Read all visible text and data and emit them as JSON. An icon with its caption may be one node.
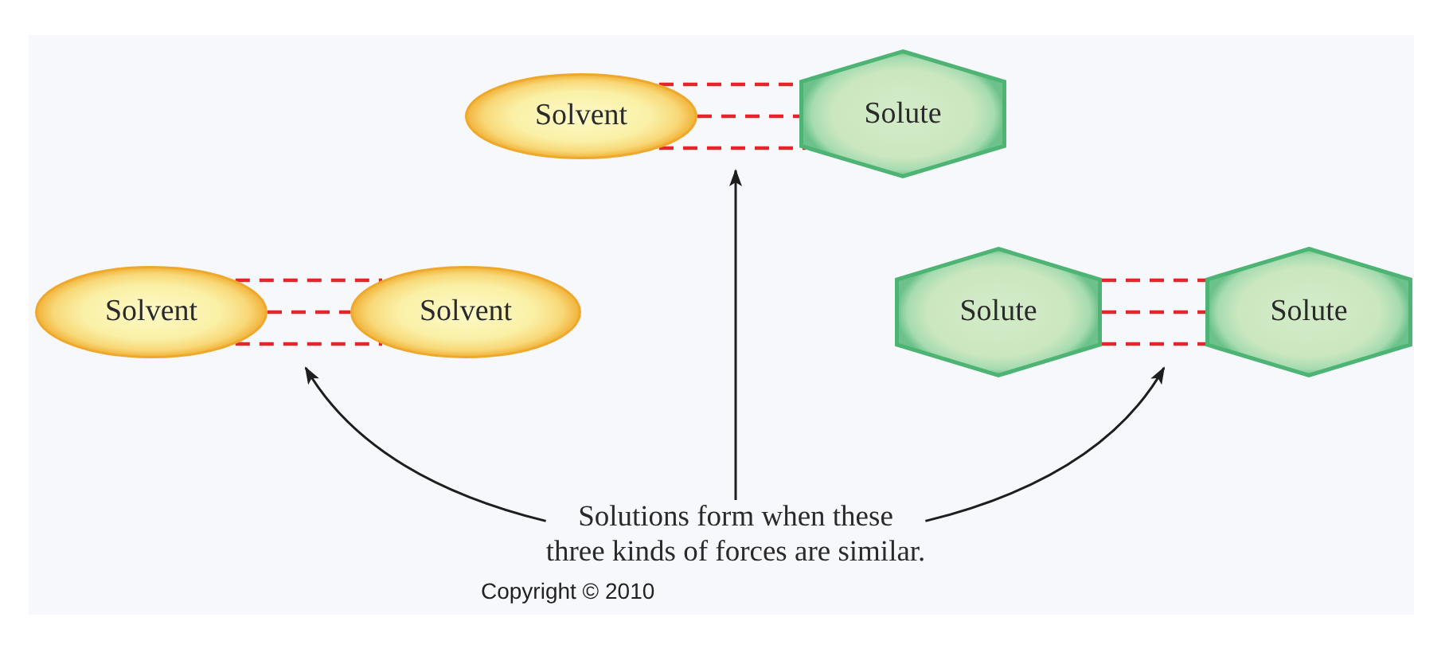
{
  "diagram": {
    "nodes": [
      {
        "text": [
          "Solvent"
        ]
      },
      {
        "text": [
          "Solute"
        ]
      },
      {
        "text": [
          "Solvent"
        ]
      },
      {
        "text": [
          "Solvent"
        ]
      },
      {
        "text": [
          "Solute"
        ]
      },
      {
        "text": [
          "Solute"
        ]
      },
      {
        "text": [
          "Solutions form when these three kinds of forces are similar."
        ]
      }
    ],
    "edges": [
      {
        "from": 0,
        "to": 1,
        "arrow": "none",
        "style": "dashed",
        "color": "#e3262b"
      },
      {
        "from": 0,
        "to": 1,
        "arrow": "none",
        "style": "dashed",
        "color": "#e3262b"
      },
      {
        "from": 0,
        "to": 1,
        "arrow": "none",
        "style": "dashed",
        "color": "#e3262b"
      },
      {
        "from": 2,
        "to": 3,
        "arrow": "none",
        "style": "dashed",
        "color": "#e3262b"
      },
      {
        "from": 2,
        "to": 3,
        "arrow": "none",
        "style": "dashed",
        "color": "#e3262b"
      },
      {
        "from": 2,
        "to": 3,
        "arrow": "none",
        "style": "dashed",
        "color": "#e3262b"
      },
      {
        "from": 4,
        "to": 5,
        "arrow": "none",
        "style": "dashed",
        "color": "#e3262b"
      },
      {
        "from": 4,
        "to": 5,
        "arrow": "none",
        "style": "dashed",
        "color": "#e3262b"
      },
      {
        "from": 4,
        "to": 5,
        "arrow": "none",
        "style": "dashed",
        "color": "#e3262b"
      },
      {
        "from": 6,
        "to": null,
        "arrow": "to",
        "color": "#1e1e1e"
      },
      {
        "from": 6,
        "to": null,
        "arrow": "to",
        "color": "#1e1e1e"
      },
      {
        "from": 6,
        "to": null,
        "arrow": "to",
        "color": "#1e1e1e"
      }
    ],
    "labels": [
      "Copyright © 2010"
    ]
  }
}
